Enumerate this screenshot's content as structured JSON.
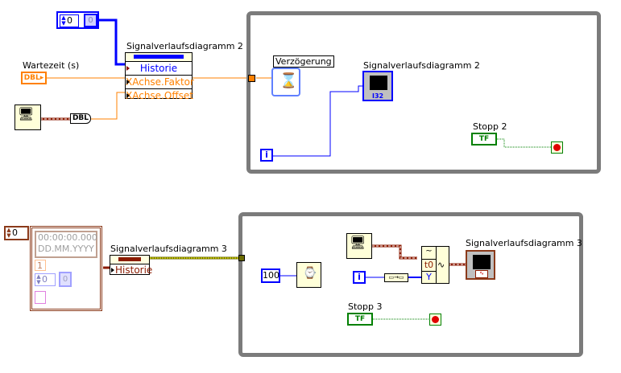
{
  "diagram": {
    "top": {
      "wait_label": "Wartezeit (s)",
      "wait_terminal": "DBL",
      "array_index": "0",
      "array_element": "0",
      "property_node": {
        "title": "Signalverlaufsdiagramm 2",
        "properties": [
          "Historie",
          "XAchse.Faktor",
          "XAchse.Offset"
        ]
      },
      "timestamp_conversion": "DBL",
      "loop": {
        "delay_label": "Verzögerung",
        "chart_label": "Signalverlaufsdiagramm 2",
        "chart_type": "I32",
        "iteration_terminal": "i",
        "stop_label": "Stopp 2",
        "stop_terminal": "TF"
      }
    },
    "bottom": {
      "array_index": "0",
      "cluster": {
        "timestamp_time": "00:00:00.000",
        "timestamp_date": "DD.MM.YYYY",
        "dt_value": "1",
        "inner_index": "0",
        "inner_element": "0"
      },
      "property_node": {
        "title": "Signalverlaufsdiagramm 3",
        "properties": [
          "Historie"
        ]
      },
      "loop": {
        "wait_constant": "100",
        "iteration_terminal": "i",
        "build_waveform_inputs": [
          "~",
          "t0",
          "Y"
        ],
        "chart_label": "Signalverlaufsdiagramm 3",
        "stop_label": "Stopp 3",
        "stop_terminal": "TF"
      }
    },
    "colors": {
      "loop_border": "#7b7b7b",
      "numeric_dbl": "#ff8000",
      "integer": "#0000ff",
      "waveform": "#8b1a00",
      "boolean": "#008000",
      "cluster": "#e080e0"
    }
  }
}
